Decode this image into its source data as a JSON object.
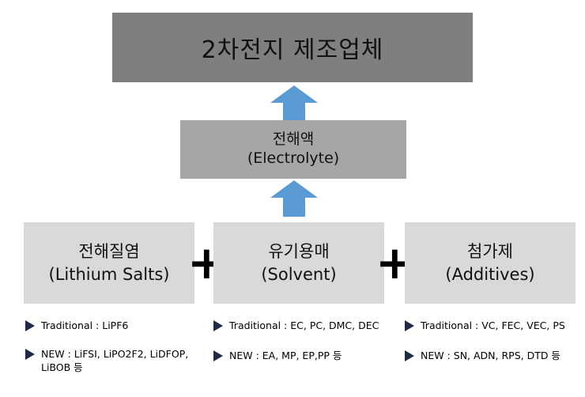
{
  "top": {
    "label": "2차전지 제조업체"
  },
  "electrolyte": {
    "line1": "전해액",
    "line2": "(Electrolyte)"
  },
  "components": [
    {
      "line1": "전해질염",
      "line2": "(Lithium Salts)"
    },
    {
      "line1": "유기용매",
      "line2": "(Solvent)"
    },
    {
      "line1": "첨가제",
      "line2": "(Additives)"
    }
  ],
  "plus_sign": "+",
  "bullets": {
    "salts": [
      "Traditional : LiPF6",
      "NEW : LiFSI, LiPO2F2, LiDFOP, LiBOB 등"
    ],
    "solvent": [
      "Traditional : EC, PC, DMC, DEC",
      "NEW : EA, MP, EP,PP 등"
    ],
    "additives": [
      "Traditional : VC, FEC, VEC, PS",
      "NEW : SN, ADN, RPS, DTD 등"
    ]
  },
  "colors": {
    "top_box": "#7f7f7f",
    "electrolyte_box": "#a6a6a6",
    "component_box": "#d9d9d9",
    "arrow": "#5b9bd5",
    "bullet": "#1f2a44"
  }
}
